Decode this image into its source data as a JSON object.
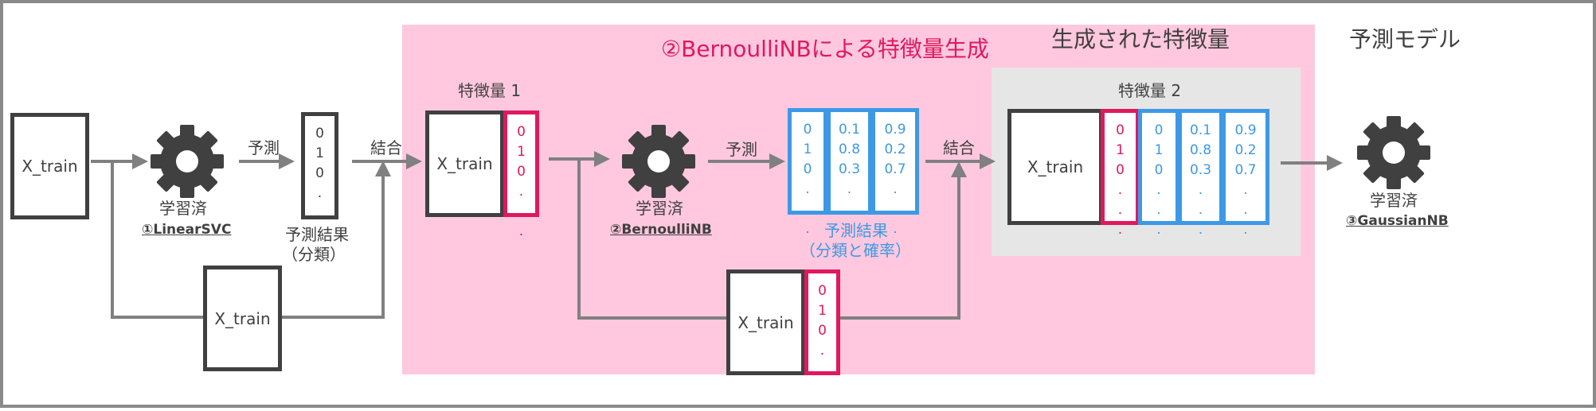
{
  "colors": {
    "pink_panel": "#ffc8de",
    "grey_panel": "#e6e6e6",
    "pink_accent": "#e0185e",
    "blue_accent": "#3d99e6",
    "dark": "#404040",
    "arrow": "#808080",
    "frame": "#8a8a8a"
  },
  "icons": {
    "gear": "gear-icon",
    "arrow": "arrow-right-icon"
  },
  "headings": {
    "stage2_title": "②BernoulliNBによる特徴量生成",
    "generated_features": "生成された特徴量",
    "prediction_model": "予測モデル"
  },
  "x_train_label": "X_train",
  "stage1": {
    "predict_label": "予測",
    "combine_label": "結合",
    "gear_caption": "学習済",
    "model_name": "①LinearSVC",
    "result_values": [
      "0",
      "1",
      "0",
      ".",
      ".",
      "."
    ],
    "result_caption_line1": "予測結果",
    "result_caption_line2": "（分類）"
  },
  "stage2": {
    "feature1_label": "特徴量 1",
    "feature1_values": [
      "0",
      "1",
      "0",
      ".",
      ".",
      "."
    ],
    "predict_label": "予測",
    "combine_label": "結合",
    "gear_caption": "学習済",
    "model_name": "②BernoulliNB",
    "class_col": [
      "0",
      "1",
      "0",
      ".",
      ".",
      "."
    ],
    "prob_col_a": [
      "0.1",
      "0.8",
      "0.3",
      ".",
      ".",
      "."
    ],
    "prob_col_b": [
      "0.9",
      "0.2",
      "0.7",
      ".",
      ".",
      "."
    ],
    "result_caption_line1": "予測結果",
    "result_caption_line2": "（分類と確率）"
  },
  "feature2": {
    "label": "特徴量 2",
    "pink_col": [
      "0",
      "1",
      "0",
      ".",
      ".",
      "."
    ],
    "blue_col_1": [
      "0",
      "1",
      "0",
      ".",
      ".",
      "."
    ],
    "blue_col_2": [
      "0.1",
      "0.8",
      "0.3",
      ".",
      ".",
      "."
    ],
    "blue_col_3": [
      "0.9",
      "0.2",
      "0.7",
      ".",
      ".",
      "."
    ]
  },
  "stage3": {
    "gear_caption": "学習済",
    "model_name": "③GaussianNB"
  }
}
